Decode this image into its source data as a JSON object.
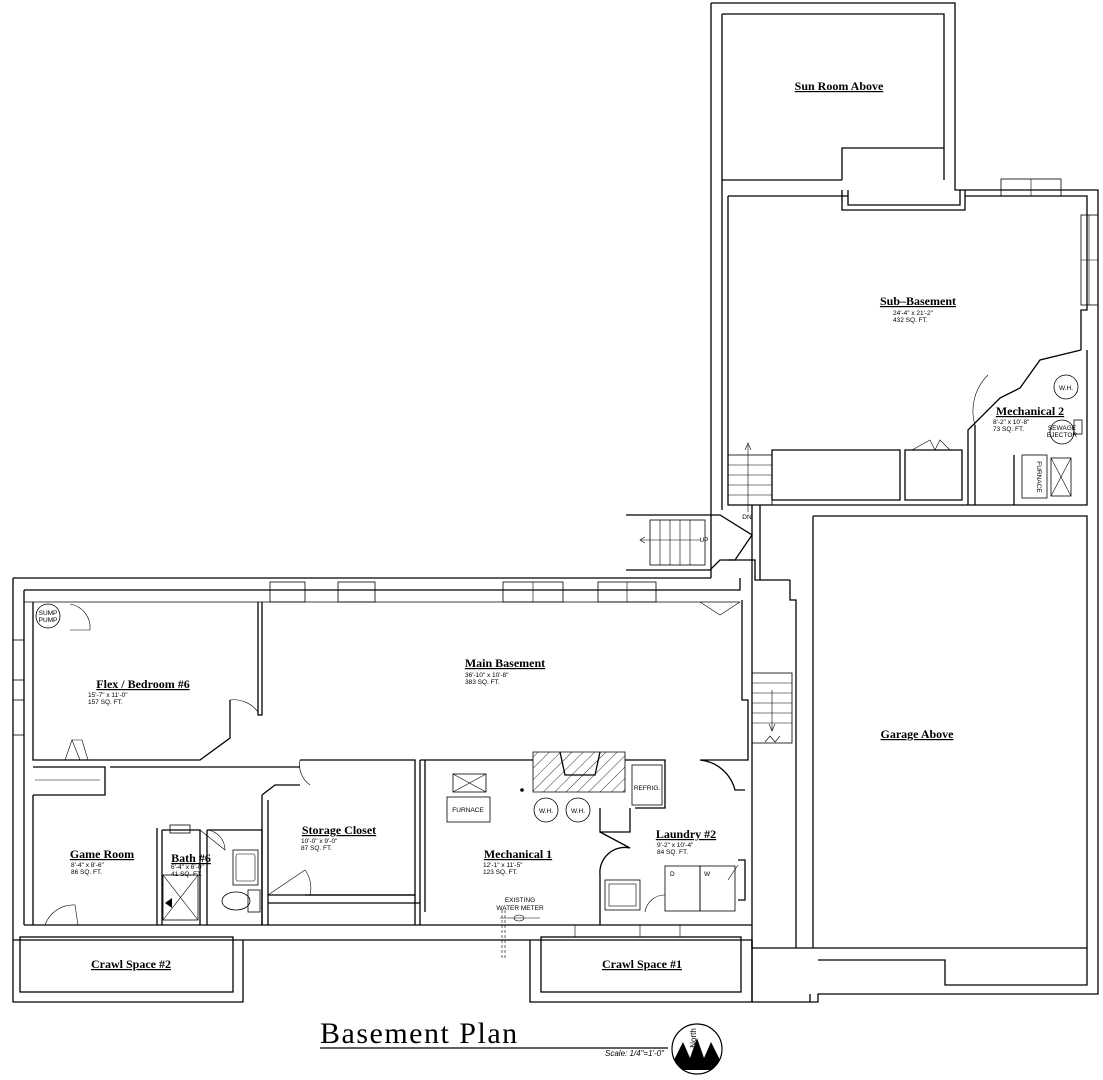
{
  "title": "Basement Plan",
  "scale": "Scale: 1/4\"=1'-0\"",
  "north_label": "North",
  "rooms": {
    "sun_room": {
      "name": "Sun Room Above"
    },
    "sub_basement": {
      "name": "Sub–Basement",
      "dims": "24'-4\" x 21'-2\"",
      "area": "432 SQ. FT."
    },
    "mechanical_2": {
      "name": "Mechanical 2",
      "dims": "8'-2\" x 10'-8\"",
      "area": "73 SQ. FT."
    },
    "main_basement": {
      "name": "Main Basement",
      "dims": "36'-10\" x 10'-8\"",
      "area": "383 SQ. FT."
    },
    "flex_bedroom": {
      "name": "Flex / Bedroom #6",
      "dims": "15'-7\" x 11'-0\"",
      "area": "157 SQ. FT."
    },
    "game_room": {
      "name": "Game Room",
      "dims": "8'-4\" x 8'-6\"",
      "area": "86 SQ. FT."
    },
    "bath_6": {
      "name": "Bath #6",
      "dims": "6'-4\" x 6'-0\"",
      "area": "41 SQ. FT."
    },
    "storage_closet": {
      "name": "Storage Closet",
      "dims": "10'-0\" x 9'-0\"",
      "area": "87 SQ. FT."
    },
    "mechanical_1": {
      "name": "Mechanical 1",
      "dims": "12'-1\" x 11'-5\"",
      "area": "123 SQ. FT."
    },
    "laundry_2": {
      "name": "Laundry #2",
      "dims": "9'-2\" x 10'-4\"",
      "area": "84 SQ. FT."
    },
    "garage": {
      "name": "Garage Above"
    },
    "crawl_1": {
      "name": "Crawl Space #1"
    },
    "crawl_2": {
      "name": "Crawl Space #2"
    }
  },
  "fixtures": {
    "sump_pump": [
      "SUMP",
      "PUMP"
    ],
    "wh": "W.H.",
    "sewage_ejector": [
      "SEWAGE",
      "EJECTOR"
    ],
    "furnace": "FURNACE",
    "refrig": "REFRIG.",
    "dryer": "D",
    "washer": "W",
    "water_meter": [
      "EXISTING",
      "WATER METER"
    ],
    "stair_up": "UP",
    "stair_dn": "DN"
  }
}
